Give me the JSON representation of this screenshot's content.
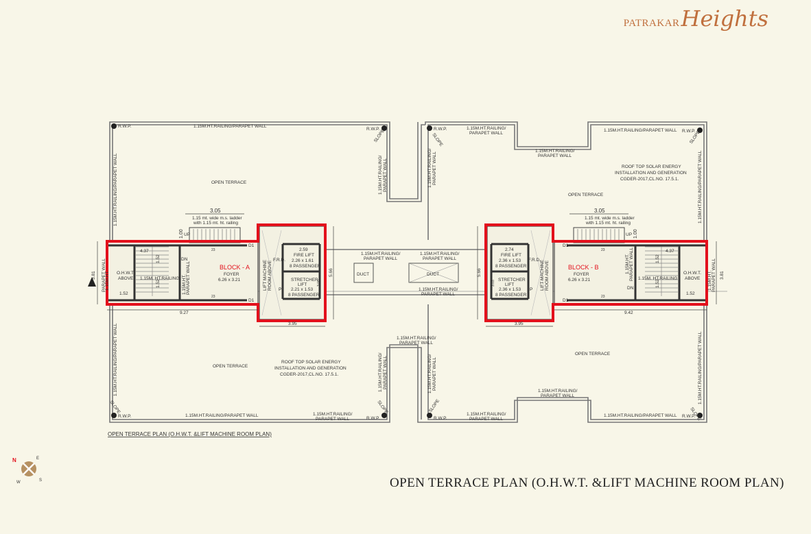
{
  "brand": {
    "prefix": "PATRAKAR",
    "name": "Heights"
  },
  "plan_title": "OPEN TERRACE PLAN (O.H.W.T. &LIFT MACHINE ROOM PLAN)",
  "caption": "OPEN TERRACE PLAN (O.H.W.T. &LIFT MACHINE ROOM PLAN)",
  "compass": {
    "n": "N",
    "e": "E",
    "s": "S",
    "w": "W"
  },
  "colors": {
    "background": "#f8f6e8",
    "highlight": "#e3101c",
    "wall": "#3a3a3a",
    "brand": "#c0703e"
  },
  "labels": {
    "open_terrace": "OPEN TERRACE",
    "rwp": "R.W.P.",
    "slope": "SLOPE",
    "railing": "1.15M.HT.RAILING/PARAPET WALL",
    "railing_a": "1.15M.HT.RAILING/",
    "railing_b": "PARAPET WALL",
    "solar_1": "ROOF TOP SOLAR ENERGY",
    "solar_2": "INSTALLATION AND GENERATION",
    "solar_3": "CGDER-2017,CL.NO. 17.5.1.",
    "duct": "DUCT",
    "ladder_1": "1.15 mt. wide m.s. ladder",
    "ladder_2": "with 1.15 mt. ht. railing",
    "up": "UP",
    "dn": "DN",
    "d1": "D1",
    "frd": "F.R.D.",
    "ohwt": "O.H.W.T.",
    "above": "ABOVE",
    "inner_railing": "1.15M. HT.RAILING",
    "inner_railing_v1": "1.15M.HT.",
    "inner_railing_v2": "PARAPET WALL",
    "lift_machine_1": "LIFT MACHINE",
    "lift_machine_2": "ROOM ABOVE",
    "foyer": "FOYER",
    "fire_lift": "FIRE LIFT",
    "stretcher": "STRETCHER",
    "lift": "LIFT",
    "passenger": "8 PASSENGER",
    "p": "P"
  },
  "block_a": {
    "name": "BLOCK - A",
    "foyer_size": "6.26 x 3.21",
    "fire_lift_size": "2.26 x 1.61",
    "stretcher_size": "2.21 x 1.53",
    "dim_top": "2.59"
  },
  "block_b": {
    "name": "BLOCK - B",
    "foyer_size": "6.26 x 3.21",
    "fire_lift_size": "2.36 x 1.53",
    "stretcher_size": "2.36 x 1.53",
    "dim_top": "2.74"
  },
  "dims": {
    "w305": "3.05",
    "d100": "1.00",
    "d437": "4.37",
    "d152": "1.52",
    "d381": "3.81",
    "d566": "5.66",
    "d395": "3.95",
    "d927": "9.27",
    "d942": "9.42",
    "d23": "23",
    "d300": "3.00",
    "d303": "3.03"
  }
}
